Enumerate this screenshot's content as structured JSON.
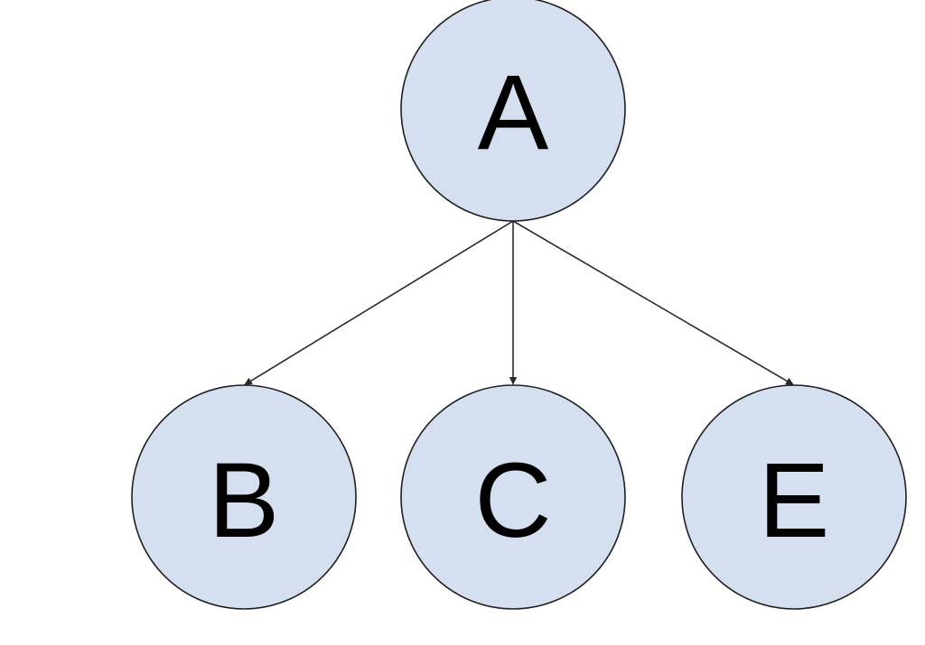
{
  "diagram": {
    "type": "tree",
    "node_fill": "#d4e0ef",
    "node_stroke": "#1f1f1f",
    "edge_color": "#2a2a2a",
    "nodes": [
      {
        "id": "A",
        "label": "A"
      },
      {
        "id": "B",
        "label": "B"
      },
      {
        "id": "C",
        "label": "C"
      },
      {
        "id": "E",
        "label": "E"
      }
    ],
    "edges": [
      {
        "from": "A",
        "to": "B"
      },
      {
        "from": "A",
        "to": "C"
      },
      {
        "from": "A",
        "to": "E"
      }
    ]
  }
}
